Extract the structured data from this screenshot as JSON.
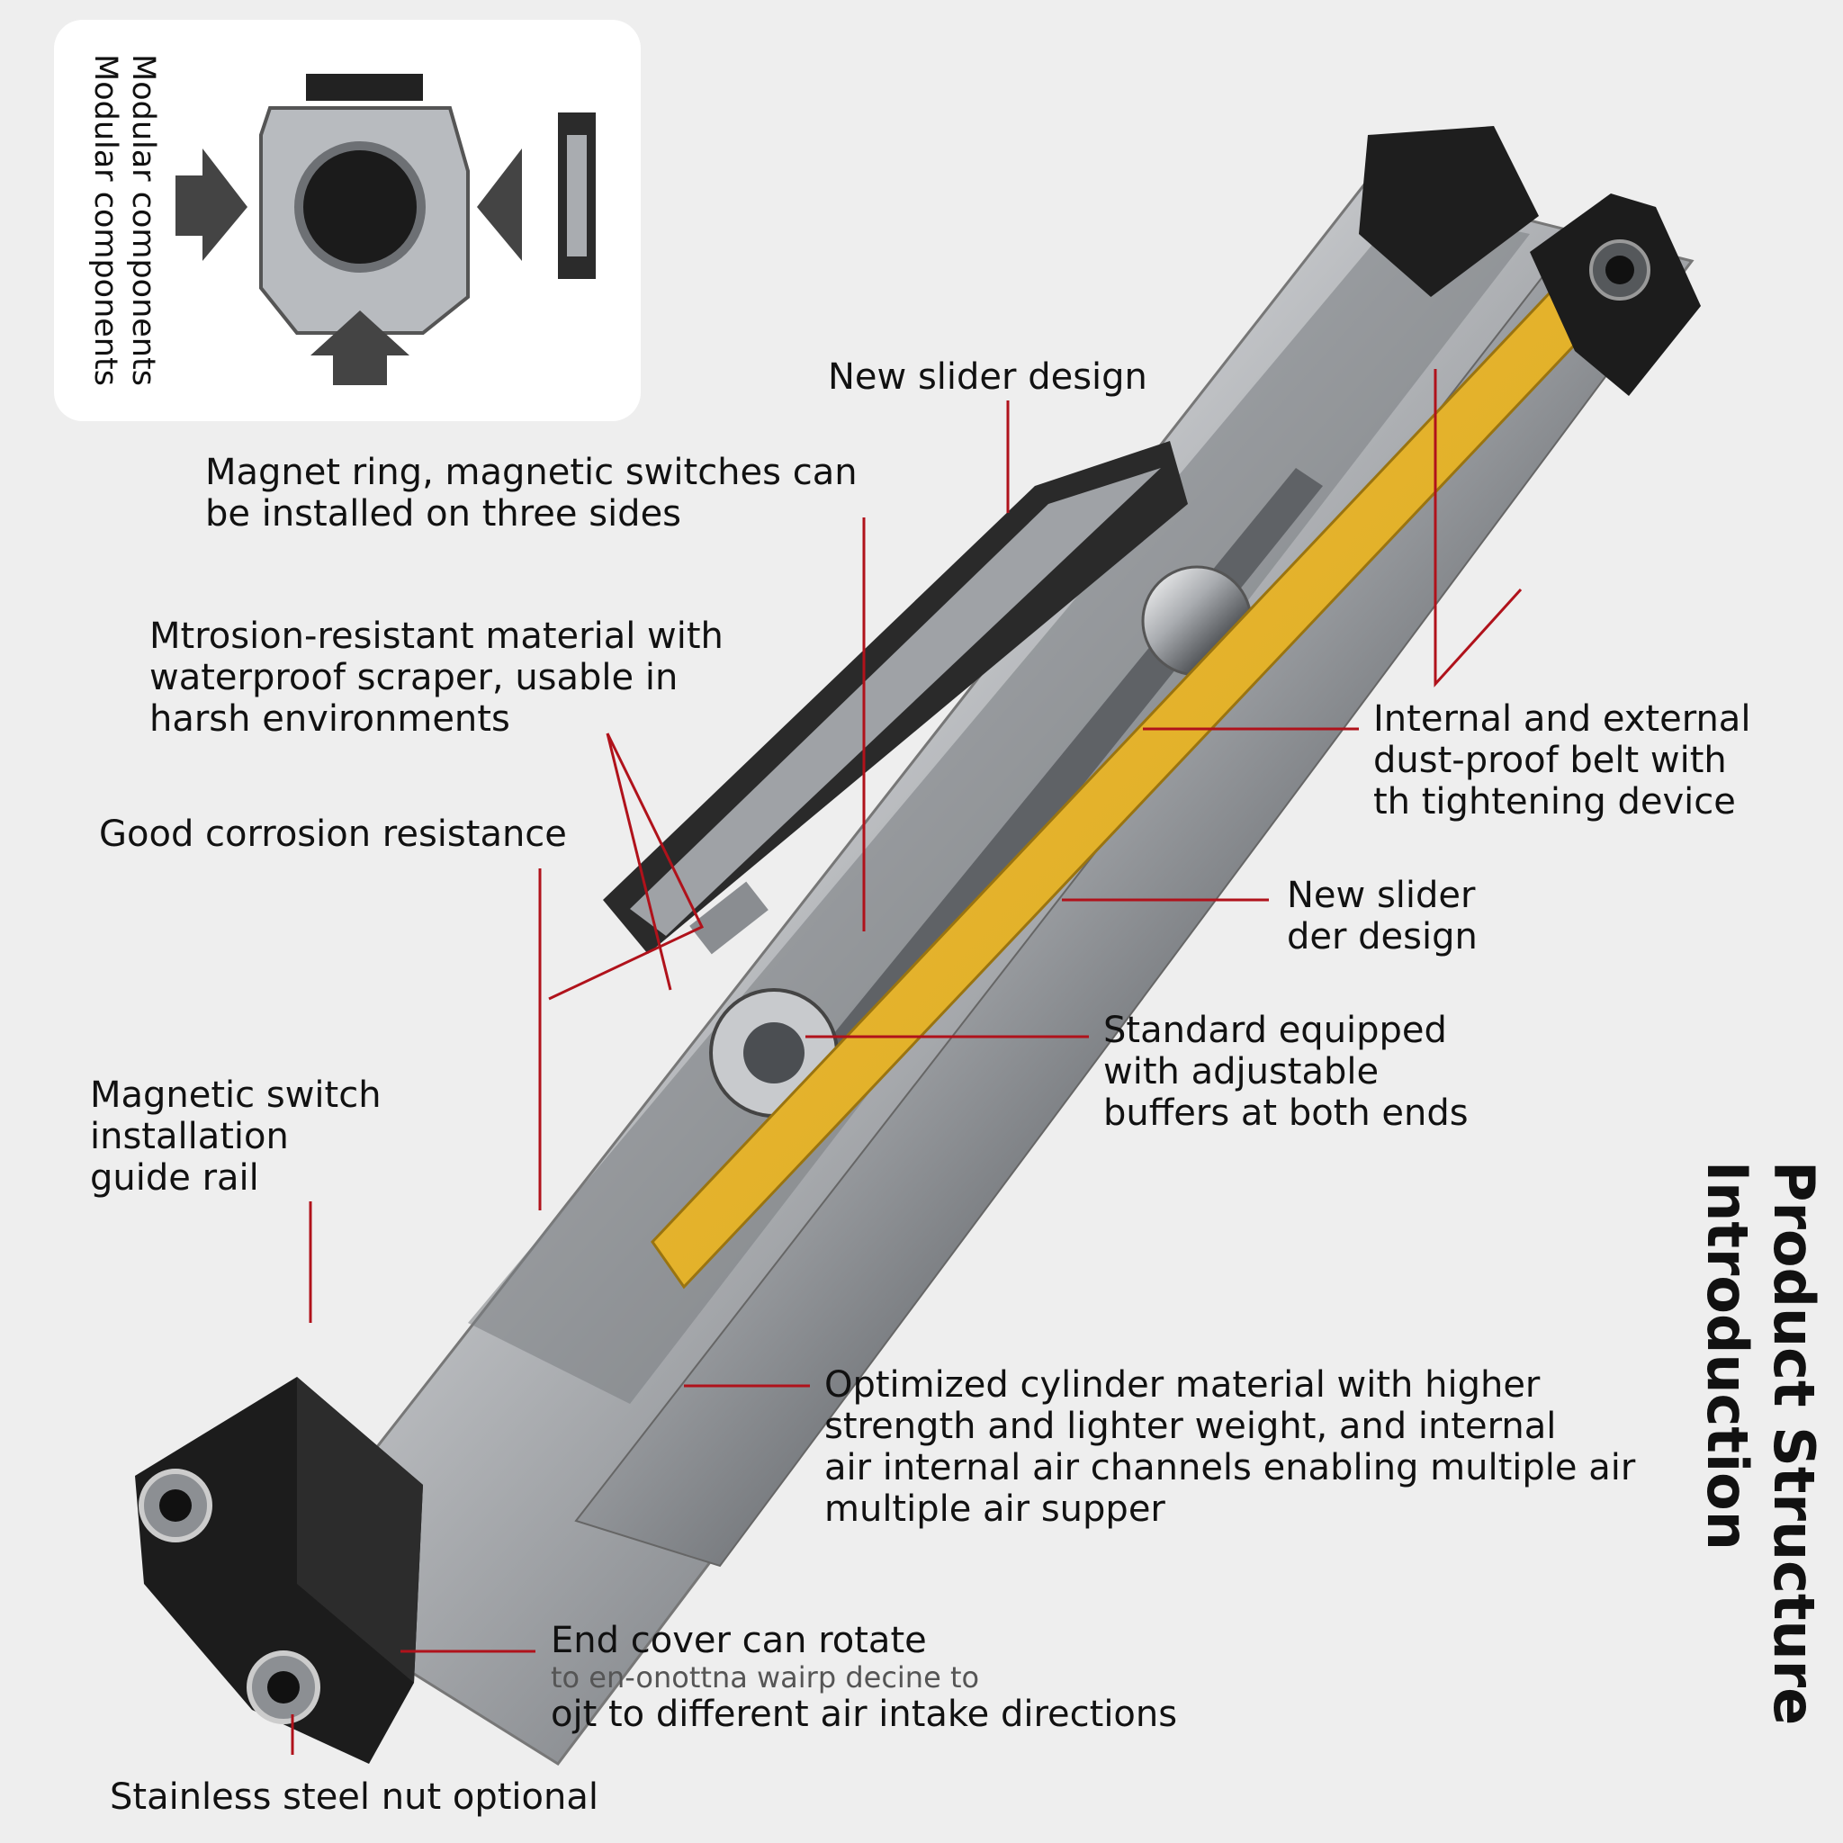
{
  "inset": {
    "lines": [
      "Modular components",
      "Modular components"
    ]
  },
  "title": {
    "lines": [
      "Product Structure",
      "Introduction"
    ]
  },
  "labels": {
    "new_slider_design": [
      "New slider design"
    ],
    "magnet_ring": [
      "Magnet ring, magnetic switches can",
      "be installed on three sides"
    ],
    "mtrosion": [
      "Mtrosion-resistant material with",
      "waterproof scraper, usable in",
      "harsh environments"
    ],
    "good_corrosion": [
      "Good corrosion resistance"
    ],
    "magnetic_switch_rail": [
      "Magnetic switch",
      "installation",
      "guide rail"
    ],
    "dust_proof_belt": [
      "Internal and external",
      "dust-proof belt with",
      "th tightening device"
    ],
    "new_slider_der": [
      "New slider",
      "der design"
    ],
    "adjustable_buffers": [
      "Standard equipped",
      "with adjustable",
      "buffers at both ends"
    ],
    "optimized_cylinder": [
      "Optimized cylinder material with higher",
      "strength and lighter weight, and internal",
      "air internal air channels enabling multiple air",
      "multiple air supper"
    ],
    "end_cover": [
      "End cover can rotate",
      "to en-onottna wairp decine to",
      "ojt to different air intake directions"
    ],
    "stainless_nut": [
      "Stainless steel nut optional"
    ]
  },
  "colors": {
    "leader": "#b0121b",
    "belt": "#e2b12a",
    "endcap": "#1c1c1c",
    "metal": "#b9bcc0",
    "background": "#eeeeee"
  }
}
